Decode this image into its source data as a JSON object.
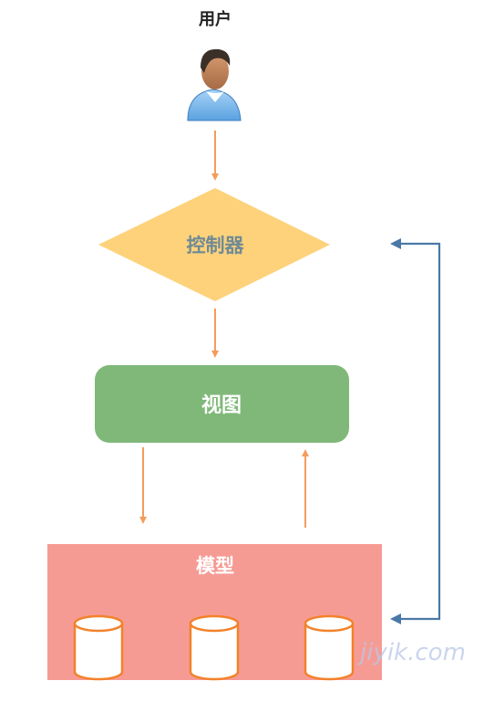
{
  "user": {
    "label": "用户",
    "icon": "user-avatar-icon"
  },
  "controller": {
    "label": "控制器",
    "color": "#fdd27b",
    "text_color": "#6f8a95"
  },
  "view": {
    "label": "视图",
    "color": "#80b87a",
    "text_color": "#ffffff"
  },
  "model": {
    "label": "模型",
    "color": "#f69b94",
    "text_color": "#ffffff",
    "databases": [
      {
        "icon": "database-icon"
      },
      {
        "icon": "database-icon"
      },
      {
        "icon": "database-icon"
      }
    ]
  },
  "arrows": {
    "orange": "#f39c5c",
    "blue": "#4a79a6"
  },
  "watermark": "jiyik.com"
}
